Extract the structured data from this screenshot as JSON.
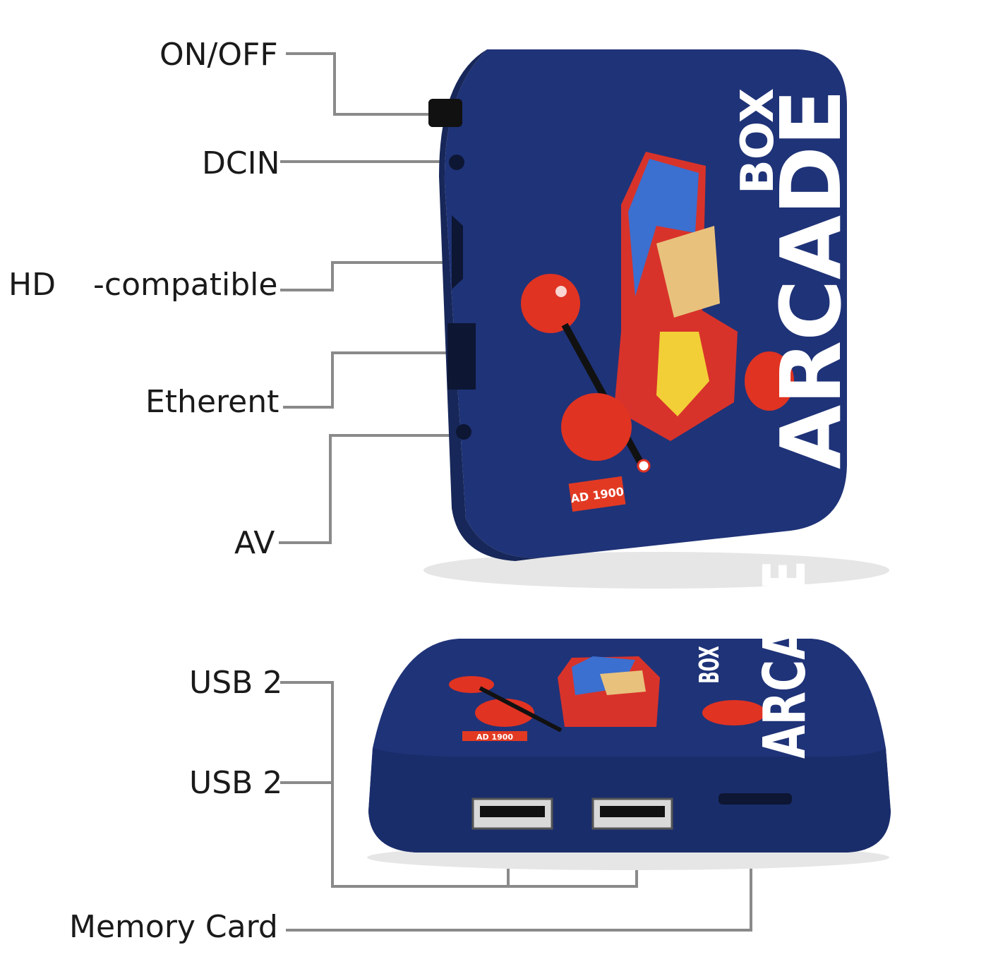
{
  "labels": {
    "on_off": "ON/OFF",
    "dcin": "DCIN",
    "hd": "HD",
    "compatible": "-compatible",
    "ethernet": "Etherent",
    "av": "AV",
    "usb_a": "USB 2",
    "usb_b": "USB 2",
    "memory_card": "Memory Card"
  },
  "device": {
    "brand_top": "BOX",
    "brand_main": "ARCADE",
    "model_badge": "AD 1900"
  },
  "colors": {
    "device_blue": "#1f3378",
    "device_edge": "#172759",
    "accent_red": "#e23a22",
    "leader_gray": "#8a8a8a"
  }
}
